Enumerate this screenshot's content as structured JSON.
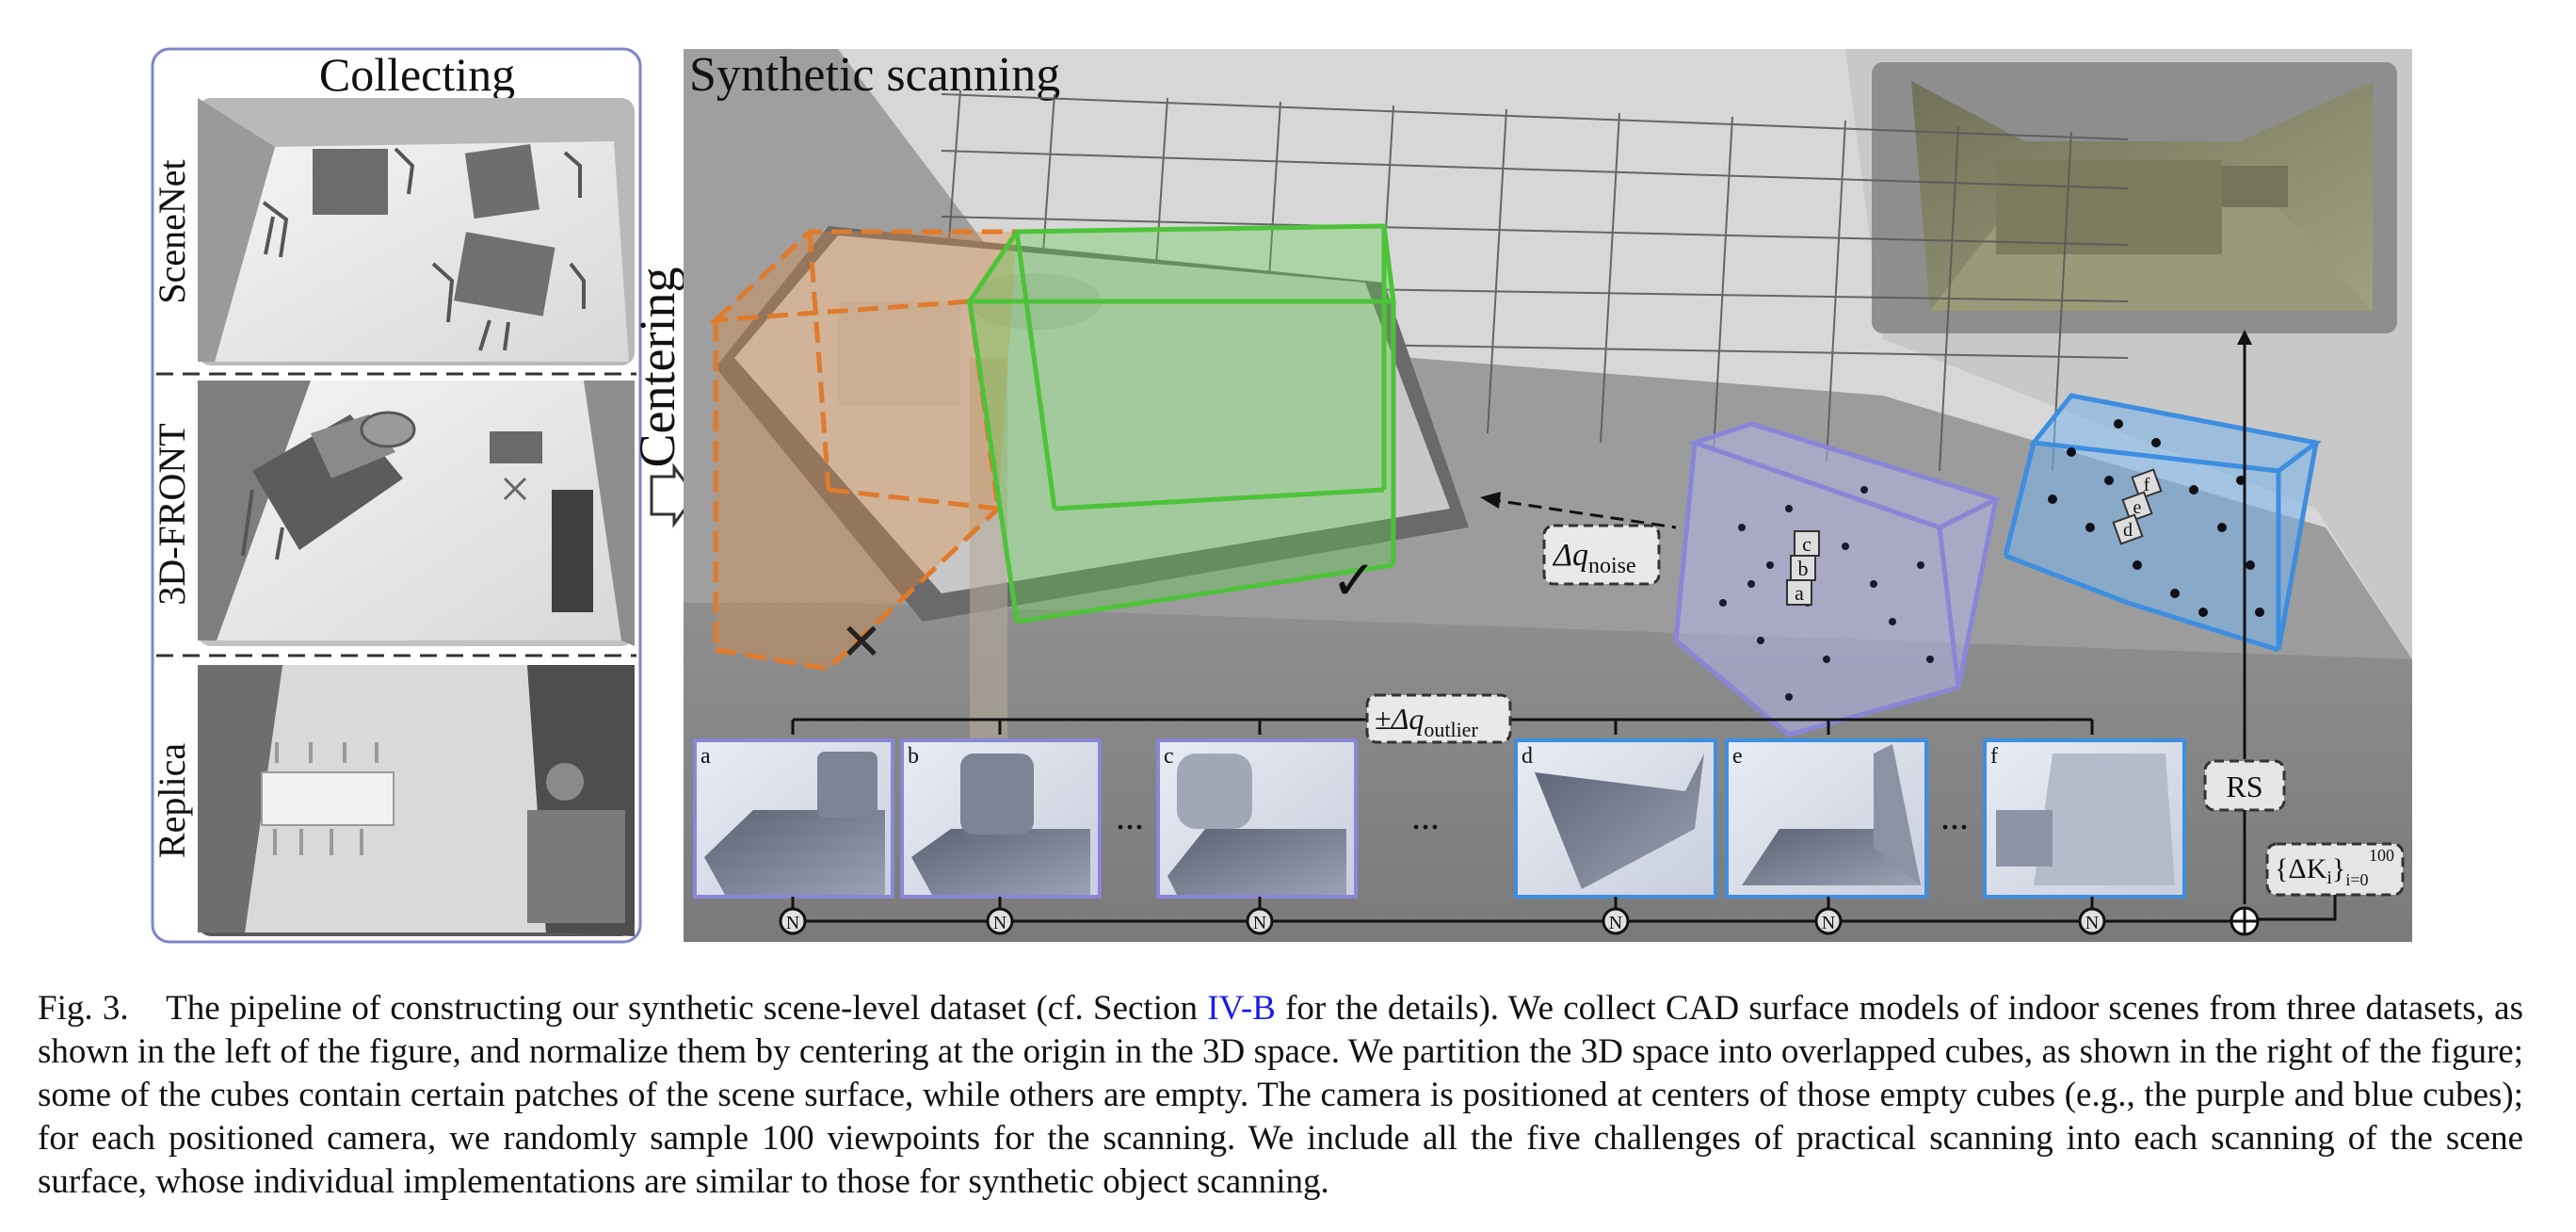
{
  "figure": {
    "collecting": {
      "title": "Collecting",
      "datasets": [
        "SceneNet",
        "3D-FRONT",
        "Replica"
      ]
    },
    "centering_label": "Centering",
    "scanning": {
      "title": "Synthetic scanning",
      "noise_label": "Δq",
      "noise_sub": "noise",
      "outlier_label": "±Δq",
      "outlier_sub": "outlier",
      "rs_label": "RS",
      "k_label": "{ΔK",
      "k_sub": "i",
      "k_range": "}",
      "k_sub2": "i=0",
      "k_sup": "100",
      "normalize_symbol": "N",
      "sum_symbol": "⊕",
      "ellipsis": "...",
      "accept_mark": "✓",
      "reject_mark": "✕",
      "cube_patch_labels": [
        "c",
        "b",
        "a"
      ],
      "cube_patch_labels_blue": [
        "f",
        "e",
        "d"
      ],
      "views": [
        {
          "label": "a",
          "group": "purple"
        },
        {
          "label": "b",
          "group": "purple"
        },
        {
          "label": "c",
          "group": "purple"
        },
        {
          "label": "d",
          "group": "blue"
        },
        {
          "label": "e",
          "group": "blue"
        },
        {
          "label": "f",
          "group": "blue"
        }
      ]
    },
    "colors": {
      "purple": "#8a86d6",
      "blue": "#3d8ee0",
      "orange": "#e07a2c",
      "green": "#4dc33a",
      "panel_bg": "#9a9a9a"
    }
  },
  "caption": {
    "label": "Fig. 3.",
    "text_before_ref": "The pipeline of constructing our synthetic scene-level dataset (cf. Section ",
    "ref": "IV-B",
    "text_after_ref": " for the details). We collect CAD surface models of indoor scenes from three datasets, as shown in the left of the figure, and normalize them by centering at the origin in the 3D space. We partition the 3D space into overlapped cubes, as shown in the right of the figure; some of the cubes contain certain patches of the scene surface, while others are empty. The camera is positioned at centers of those empty cubes (e.g., the purple and blue cubes); for each positioned camera, we randomly sample 100 viewpoints for the scanning. We include all the five challenges of practical scanning into each scanning of the scene surface, whose individual implementations are similar to those for synthetic object scanning."
  }
}
